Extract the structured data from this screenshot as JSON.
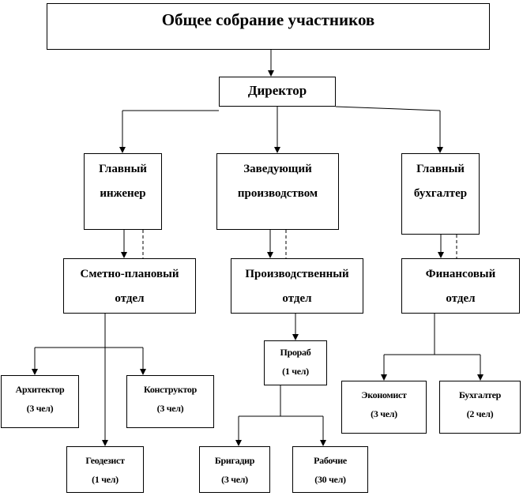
{
  "nodes": {
    "meeting": "Общее собрание участников",
    "director": "Директор",
    "chief_engineer": {
      "line1": "Главный",
      "line2": "инженер"
    },
    "production_head": {
      "line1": "Заведующий",
      "line2": "производством"
    },
    "chief_accountant": {
      "line1": "Главный",
      "line2": "бухгалтер"
    },
    "estimate_dept": {
      "line1": "Сметно-плановый",
      "line2": "отдел"
    },
    "production_dept": {
      "line1": "Производственный",
      "line2": "отдел"
    },
    "finance_dept": {
      "line1": "Финансовый",
      "line2": "отдел"
    },
    "architect": {
      "line1": "Архитектор",
      "line2": "(3 чел)"
    },
    "constructor": {
      "line1": "Конструктор",
      "line2": "(3 чел)"
    },
    "geodesist": {
      "line1": "Геодезист",
      "line2": "(1 чел)"
    },
    "foreman": {
      "line1": "Прораб",
      "line2": "(1 чел)"
    },
    "brigadier": {
      "line1": "Бригадир",
      "line2": "(3 чел)"
    },
    "workers": {
      "line1": "Рабочие",
      "line2": "(30 чел)"
    },
    "economist": {
      "line1": "Экономист",
      "line2": "(3 чел)"
    },
    "accountant": {
      "line1": "Бухгалтер",
      "line2": "(2 чел)"
    }
  },
  "connections": [
    {
      "from": "meeting",
      "to": "director",
      "style": "solid"
    },
    {
      "from": "director",
      "to": "chief_engineer",
      "style": "solid"
    },
    {
      "from": "director",
      "to": "production_head",
      "style": "solid"
    },
    {
      "from": "director",
      "to": "chief_accountant",
      "style": "solid"
    },
    {
      "from": "chief_engineer",
      "to": "estimate_dept",
      "style": "solid"
    },
    {
      "from": "chief_engineer",
      "to": "estimate_dept",
      "style": "dashed"
    },
    {
      "from": "production_head",
      "to": "production_dept",
      "style": "solid"
    },
    {
      "from": "production_head",
      "to": "production_dept",
      "style": "dashed"
    },
    {
      "from": "chief_accountant",
      "to": "finance_dept",
      "style": "solid"
    },
    {
      "from": "chief_accountant",
      "to": "finance_dept",
      "style": "dashed"
    },
    {
      "from": "estimate_dept",
      "to": "architect",
      "style": "solid"
    },
    {
      "from": "estimate_dept",
      "to": "constructor",
      "style": "solid"
    },
    {
      "from": "estimate_dept",
      "to": "geodesist",
      "style": "solid"
    },
    {
      "from": "production_dept",
      "to": "foreman",
      "style": "solid"
    },
    {
      "from": "foreman",
      "to": "brigadier",
      "style": "solid"
    },
    {
      "from": "foreman",
      "to": "workers",
      "style": "solid"
    },
    {
      "from": "finance_dept",
      "to": "economist",
      "style": "solid"
    },
    {
      "from": "finance_dept",
      "to": "accountant",
      "style": "solid"
    }
  ]
}
